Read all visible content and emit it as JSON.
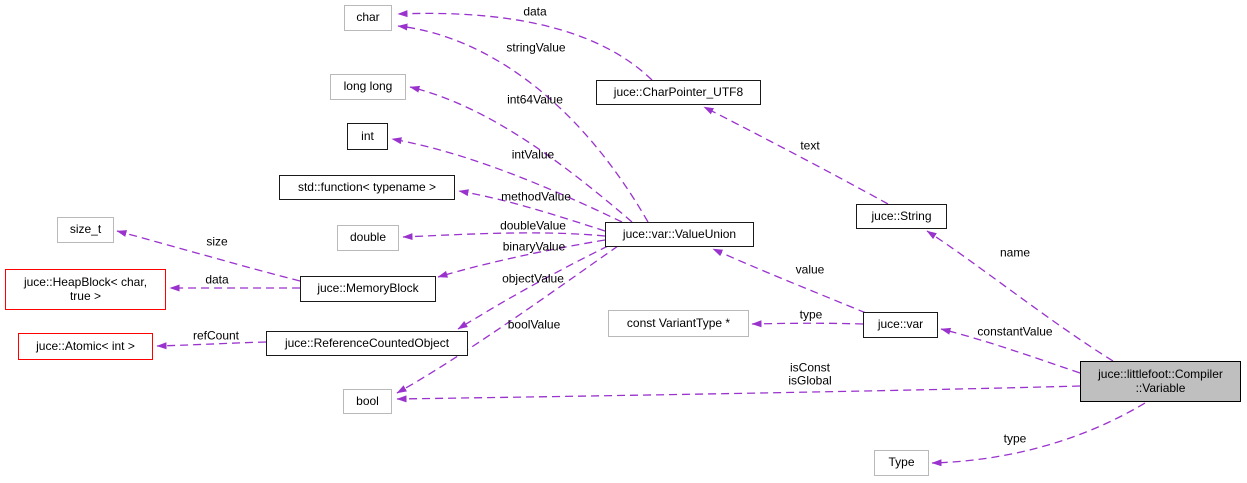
{
  "diagram_type": "collaboration-graph",
  "colors": {
    "edge": "#9a32cd",
    "plain_node_border": "#b9b9b9",
    "linked_node_border": "#1a1a1a",
    "truncated_node_border": "#ff0000",
    "focal_node_fill": "#bfbfbf"
  },
  "nodes": {
    "char": {
      "label": "char"
    },
    "long_long": {
      "label": "long long"
    },
    "int": {
      "label": "int"
    },
    "std_function": {
      "label": "std::function< typename >"
    },
    "double": {
      "label": "double"
    },
    "size_t": {
      "label": "size_t"
    },
    "heap_block": {
      "label": "juce::HeapBlock< char,\ntrue >"
    },
    "memory_block": {
      "label": "juce::MemoryBlock"
    },
    "atomic_int": {
      "label": "juce::Atomic< int >"
    },
    "ref_counted_object": {
      "label": "juce::ReferenceCountedObject"
    },
    "bool": {
      "label": "bool"
    },
    "value_union": {
      "label": "juce::var::ValueUnion"
    },
    "char_pointer_utf8": {
      "label": "juce::CharPointer_UTF8"
    },
    "string": {
      "label": "juce::String"
    },
    "variant_type": {
      "label": "const VariantType *"
    },
    "var": {
      "label": "juce::var"
    },
    "compiler_variable": {
      "label": "juce::littlefoot::Compiler\n::Variable"
    },
    "type": {
      "label": "Type"
    }
  },
  "edge_labels": {
    "data_char": "data",
    "string_value": "stringValue",
    "int64_value": "int64Value",
    "int_value": "intValue",
    "method_value": "methodValue",
    "double_value": "doubleValue",
    "binary_value": "binaryValue",
    "object_value": "objectValue",
    "bool_value": "boolValue",
    "size": "size",
    "data_heap": "data",
    "ref_count": "refCount",
    "text": "text",
    "value": "value",
    "type_var": "type",
    "name": "name",
    "constant_value": "constantValue",
    "is_const_global": "isConst\nisGlobal",
    "type_bottom": "type"
  }
}
